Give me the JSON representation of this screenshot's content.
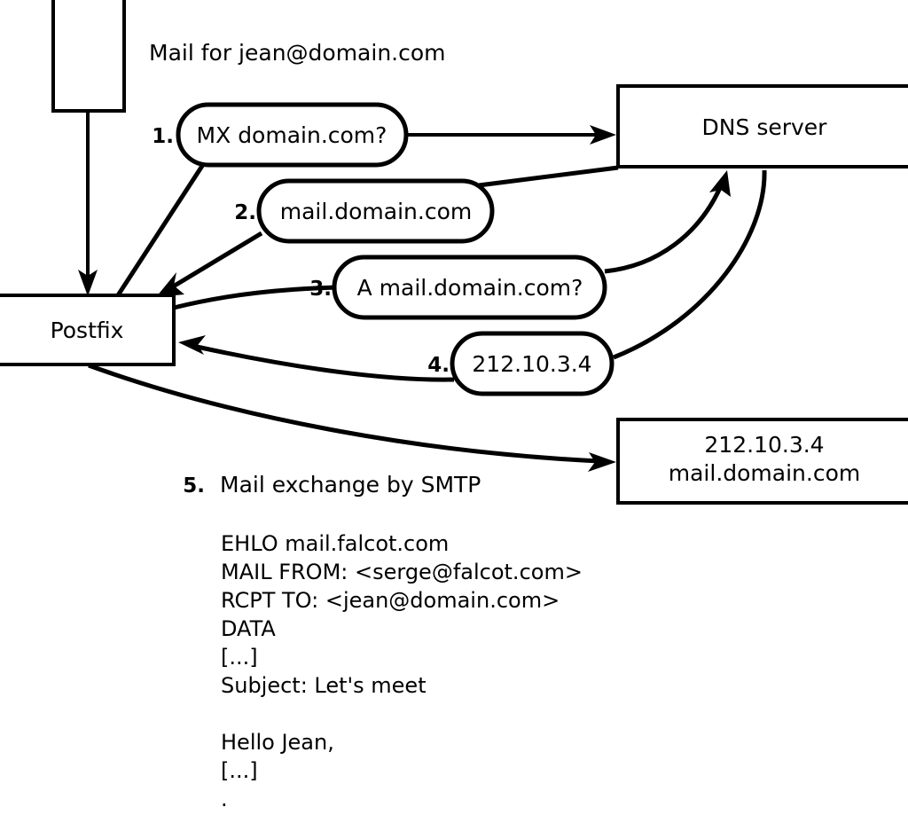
{
  "diagram": {
    "title_text": "Mail for jean@domain.com",
    "nodes": [
      {
        "id": "source",
        "label": ""
      },
      {
        "id": "postfix",
        "label": "Postfix"
      },
      {
        "id": "dns",
        "label": "DNS server"
      },
      {
        "id": "mailserver",
        "line1": "212.10.3.4",
        "line2": "mail.domain.com"
      }
    ],
    "steps": [
      {
        "num": "1.",
        "label": "MX domain.com?"
      },
      {
        "num": "2.",
        "label": "mail.domain.com"
      },
      {
        "num": "3.",
        "label": "A mail.domain.com?"
      },
      {
        "num": "4.",
        "label": "212.10.3.4"
      }
    ],
    "step5": {
      "num": "5.",
      "label": "Mail exchange by SMTP"
    },
    "smtp_transcript": [
      "EHLO mail.falcot.com",
      "MAIL FROM: <serge@falcot.com>",
      "RCPT TO: <jean@domain.com>",
      "DATA",
      "[...]",
      "Subject: Let's meet",
      "",
      "Hello Jean,",
      "[...]",
      "."
    ],
    "colors": {
      "stroke": "#000000",
      "fill": "#ffffff",
      "text": "#000000"
    }
  }
}
